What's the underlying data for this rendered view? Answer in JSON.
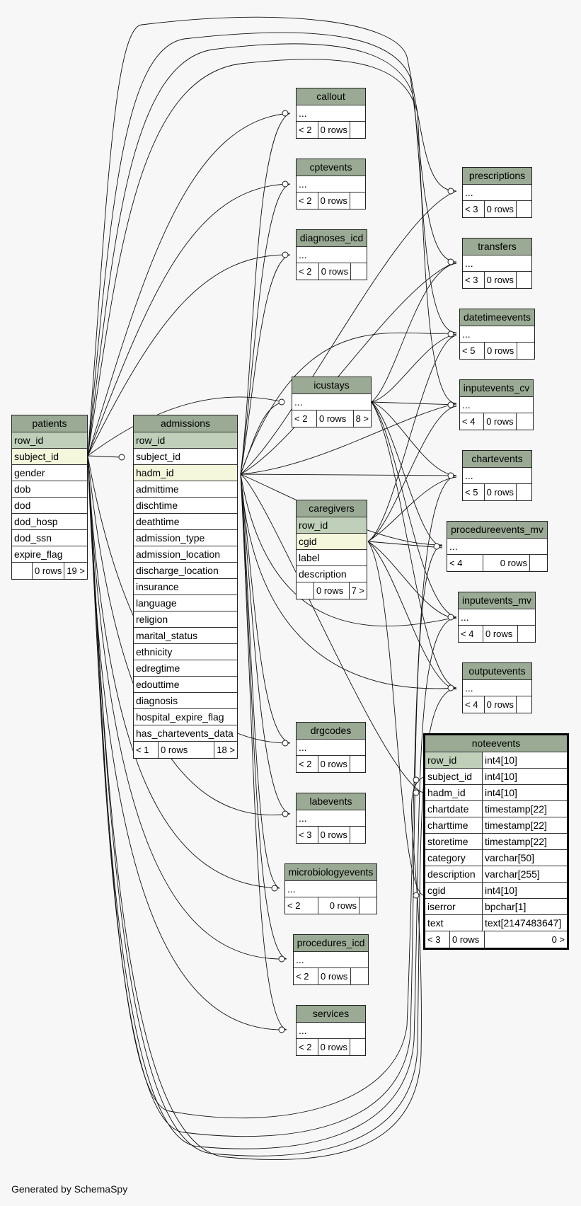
{
  "footer_text": "Generated by SchemaSpy",
  "colors": {
    "header": "#9aaa94",
    "primary_key": "#bfcfb9",
    "foreign_key": "#f4f7dc",
    "background": "#f7f7f7"
  },
  "tables": {
    "patients": {
      "name": "patients",
      "columns": [
        "row_id",
        "subject_id",
        "gender",
        "dob",
        "dod",
        "dod_hosp",
        "dod_ssn",
        "expire_flag"
      ],
      "footer": [
        "",
        "0 rows",
        "19 >"
      ]
    },
    "admissions": {
      "name": "admissions",
      "columns": [
        "row_id",
        "subject_id",
        "hadm_id",
        "admittime",
        "dischtime",
        "deathtime",
        "admission_type",
        "admission_location",
        "discharge_location",
        "insurance",
        "language",
        "religion",
        "marital_status",
        "ethnicity",
        "edregtime",
        "edouttime",
        "diagnosis",
        "hospital_expire_flag",
        "has_chartevents_data"
      ],
      "footer": [
        "< 1",
        "0 rows",
        "18 >"
      ]
    },
    "callout": {
      "name": "callout",
      "cols": "...",
      "footer": [
        "< 2",
        "0 rows",
        ""
      ]
    },
    "cptevents": {
      "name": "cptevents",
      "cols": "...",
      "footer": [
        "< 2",
        "0 rows",
        ""
      ]
    },
    "diagnoses_icd": {
      "name": "diagnoses_icd",
      "cols": "...",
      "footer": [
        "< 2",
        "0 rows",
        ""
      ]
    },
    "icustays": {
      "name": "icustays",
      "cols": "...",
      "footer": [
        "< 2",
        "0 rows",
        "8 >"
      ]
    },
    "caregivers": {
      "name": "caregivers",
      "columns": [
        "row_id",
        "cgid",
        "label",
        "description"
      ],
      "footer": [
        "",
        "0 rows",
        "7 >"
      ]
    },
    "drgcodes": {
      "name": "drgcodes",
      "cols": "...",
      "footer": [
        "< 2",
        "0 rows",
        ""
      ]
    },
    "labevents": {
      "name": "labevents",
      "cols": "...",
      "footer": [
        "< 3",
        "0 rows",
        ""
      ]
    },
    "microbiologyevents": {
      "name": "microbiologyevents",
      "cols": "...",
      "footer": [
        "< 2",
        "0 rows",
        ""
      ]
    },
    "procedures_icd": {
      "name": "procedures_icd",
      "cols": "...",
      "footer": [
        "< 2",
        "0 rows",
        ""
      ]
    },
    "services": {
      "name": "services",
      "cols": "...",
      "footer": [
        "< 2",
        "0 rows",
        ""
      ]
    },
    "prescriptions": {
      "name": "prescriptions",
      "cols": "...",
      "footer": [
        "< 3",
        "0 rows",
        ""
      ]
    },
    "transfers": {
      "name": "transfers",
      "cols": "...",
      "footer": [
        "< 3",
        "0 rows",
        ""
      ]
    },
    "datetimeevents": {
      "name": "datetimeevents",
      "cols": "...",
      "footer": [
        "< 5",
        "0 rows",
        ""
      ]
    },
    "inputevents_cv": {
      "name": "inputevents_cv",
      "cols": "...",
      "footer": [
        "< 4",
        "0 rows",
        ""
      ]
    },
    "chartevents": {
      "name": "chartevents",
      "cols": "...",
      "footer": [
        "< 5",
        "0 rows",
        ""
      ]
    },
    "procedureevents_mv": {
      "name": "procedureevents_mv",
      "cols": "...",
      "footer": [
        "< 4",
        "0 rows",
        ""
      ]
    },
    "inputevents_mv": {
      "name": "inputevents_mv",
      "cols": "...",
      "footer": [
        "< 4",
        "0 rows",
        ""
      ]
    },
    "outputevents": {
      "name": "outputevents",
      "cols": "...",
      "footer": [
        "< 4",
        "0 rows",
        ""
      ]
    },
    "noteevents": {
      "name": "noteevents",
      "columns": [
        {
          "name": "row_id",
          "type": "int4[10]"
        },
        {
          "name": "subject_id",
          "type": "int4[10]"
        },
        {
          "name": "hadm_id",
          "type": "int4[10]"
        },
        {
          "name": "chartdate",
          "type": "timestamp[22]"
        },
        {
          "name": "charttime",
          "type": "timestamp[22]"
        },
        {
          "name": "storetime",
          "type": "timestamp[22]"
        },
        {
          "name": "category",
          "type": "varchar[50]"
        },
        {
          "name": "description",
          "type": "varchar[255]"
        },
        {
          "name": "cgid",
          "type": "int4[10]"
        },
        {
          "name": "iserror",
          "type": "bpchar[1]"
        },
        {
          "name": "text",
          "type": "text[2147483647]"
        }
      ],
      "footer": [
        "< 3",
        "0 rows",
        "0 >"
      ]
    }
  }
}
